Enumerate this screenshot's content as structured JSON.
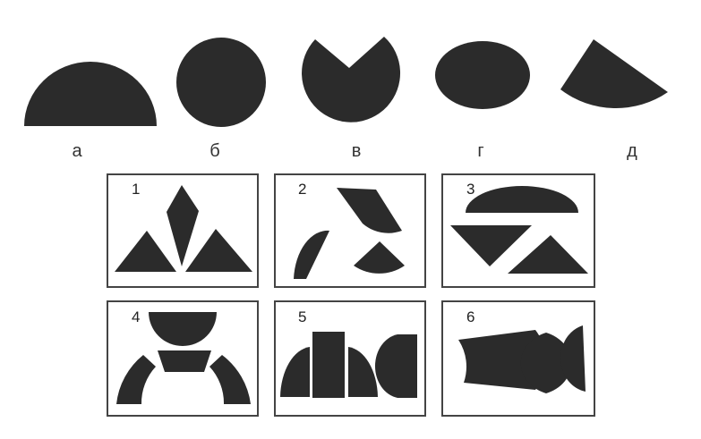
{
  "shapes": {
    "a": {
      "label": "а"
    },
    "b": {
      "label": "б"
    },
    "v": {
      "label": "в"
    },
    "g": {
      "label": "г"
    },
    "d": {
      "label": "д"
    }
  },
  "panels": [
    {
      "number": "1"
    },
    {
      "number": "2"
    },
    {
      "number": "3"
    },
    {
      "number": "4"
    },
    {
      "number": "5"
    },
    {
      "number": "6"
    }
  ],
  "colors": {
    "shape_fill": "#2b2b2b",
    "frame_stroke": "#444444"
  }
}
